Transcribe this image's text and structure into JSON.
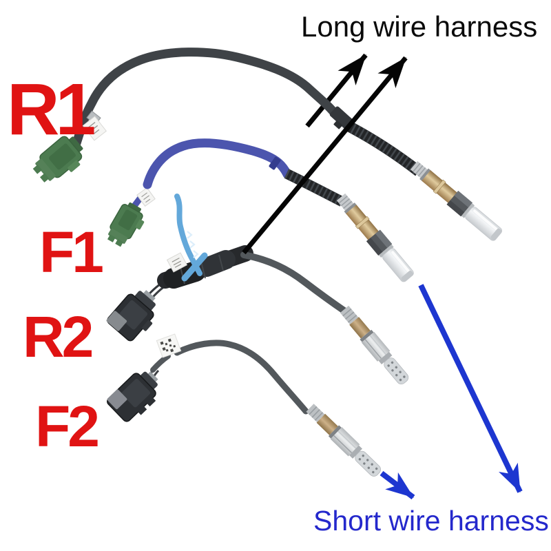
{
  "annotations": {
    "long": "Long wire harness",
    "short": "Short wire harness"
  },
  "part_labels": {
    "r1": "R1",
    "f1": "F1",
    "r2": "R2",
    "f2": "F2"
  },
  "parts": [
    {
      "label": "R1",
      "connector": "green",
      "cable": "dark-gray",
      "harness": "long"
    },
    {
      "label": "F1",
      "connector": "green",
      "cable": "blue",
      "harness": "long"
    },
    {
      "label": "R2",
      "connector": "black",
      "cable": "gray",
      "harness": "short"
    },
    {
      "label": "F2",
      "connector": "black",
      "cable": "gray",
      "harness": "short"
    }
  ],
  "colors": {
    "part_label": "#e01313",
    "long_text": "#0a0a0a",
    "short_text": "#2428cc",
    "black_arrow": "#050505",
    "blue_arrow": "#1d36d0",
    "green_connector": "#4c7b50",
    "blue_cable": "#4c55ae",
    "dark_cable": "#3f4347",
    "gray_cable": "#53585c",
    "zip_tie": "#63a8da",
    "brass": "#c9a96f"
  }
}
